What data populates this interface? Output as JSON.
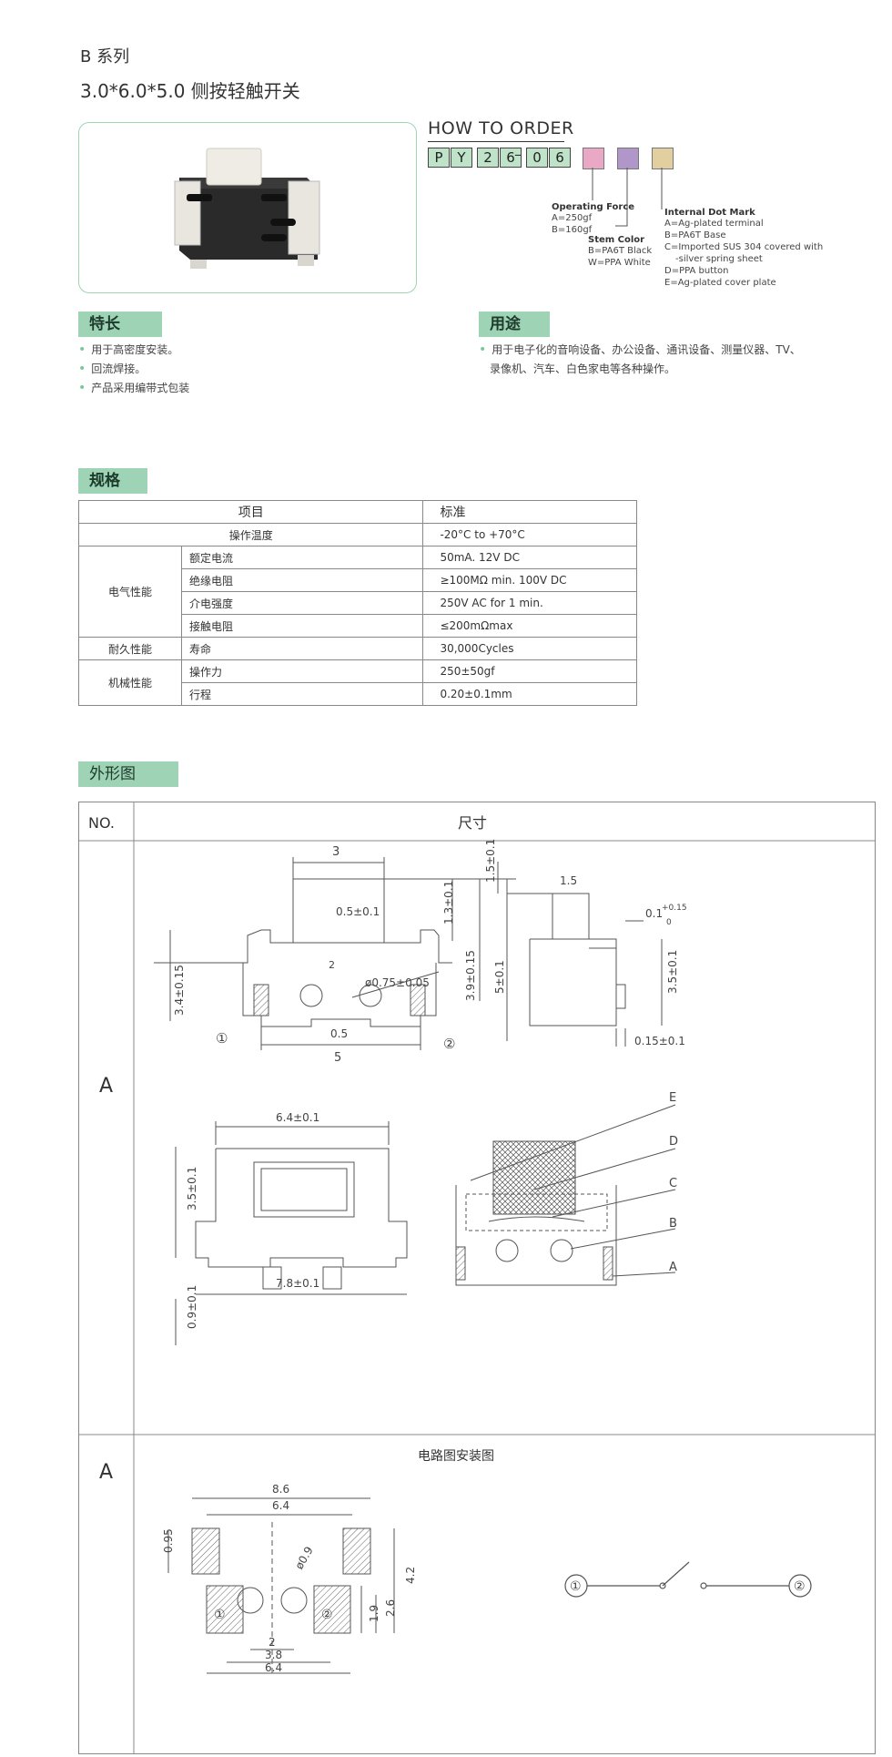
{
  "header": {
    "series": "B 系列",
    "subtitle": "3.0*6.0*5.0 侧按轻触开关"
  },
  "order": {
    "title": "HOW TO ORDER",
    "code_chars": [
      "P",
      "Y",
      "2",
      "6",
      "0",
      "6"
    ],
    "dash": "–",
    "force": {
      "title": "Operating Force",
      "lines": [
        "A=250gf",
        "B=160gf"
      ]
    },
    "stem": {
      "title": "Stem Color",
      "lines": [
        "B=PA6T Black",
        "W=PPA White"
      ]
    },
    "dot": {
      "title": "Internal Dot Mark",
      "lines": [
        "A=Ag-plated terminal",
        "B=PA6T Base",
        "C=Imported SUS 304 covered with",
        "-silver spring sheet",
        "D=PPA button",
        "E=Ag-plated cover plate"
      ]
    },
    "colors": {
      "force": "#e9a9c6",
      "stem": "#b096c9",
      "dot": "#e1cfa0"
    }
  },
  "features": {
    "title": "特长",
    "items": [
      "用于高密度安装。",
      "回流焊接。",
      "产品采用编带式包装"
    ]
  },
  "usage": {
    "title": "用途",
    "lines": [
      "用于电子化的音响设备、办公设备、通讯设备、测量仪器、TV、",
      "录像机、汽车、白色家电等各种操作。"
    ]
  },
  "spec": {
    "title": "规格",
    "head": {
      "item": "项目",
      "std": "标准"
    },
    "op_temp": {
      "label": "操作温度",
      "value": "-20°C to +70°C"
    },
    "electrical": {
      "group": "电气性能",
      "rows": [
        {
          "label": "额定电流",
          "value": "50mA. 12V DC"
        },
        {
          "label": "绝缘电阻",
          "value": "≥100MΩ min. 100V DC"
        },
        {
          "label": "介电强度",
          "value": "250V AC for 1 min."
        },
        {
          "label": "接触电阻",
          "value": "≤200mΩmax"
        }
      ]
    },
    "durability": {
      "group": "耐久性能",
      "label": "寿命",
      "value": "30,000Cycles"
    },
    "mechanical": {
      "group": "机械性能",
      "rows": [
        {
          "label": "操作力",
          "value": "250±50gf"
        },
        {
          "label": "行程",
          "value": "0.20±0.1mm"
        }
      ]
    }
  },
  "outline": {
    "title": "外形图",
    "col_no": "NO.",
    "col_size": "尺寸",
    "row1": "A",
    "row2": "A",
    "circuit_title": "电路图安装图",
    "dims": {
      "d3": "3",
      "d05": "0.5±0.1",
      "d13": "1.3±0.1",
      "d39": "3.9±0.15",
      "d5v": "5±0.1",
      "d34": "3.4±0.15",
      "d2": "2",
      "d075": "ø0.75±0.05",
      "d05b": "0.5",
      "d5": "5",
      "c1": "①",
      "c2": "②",
      "d15v": "1.5±0.1",
      "d15": "1.5",
      "d01": "0.1",
      "d015s": "+0.15",
      "d0": "0",
      "d35a": "3.5±0.1",
      "d015": "0.15±0.1",
      "d64": "6.4±0.1",
      "d35b": "3.5±0.1",
      "d09": "0.9±0.1",
      "d78": "7.8±0.1",
      "le": "E",
      "ld": "D",
      "lc": "C",
      "lb": "B",
      "la": "A",
      "p86": "8.6",
      "p64": "6.4",
      "p095": "0.95",
      "p09": "ø0.9",
      "p42": "4.2",
      "p26": "2.6",
      "p19": "1.9",
      "p2": "2",
      "p38": "3.8",
      "p64b": "6.4"
    }
  }
}
